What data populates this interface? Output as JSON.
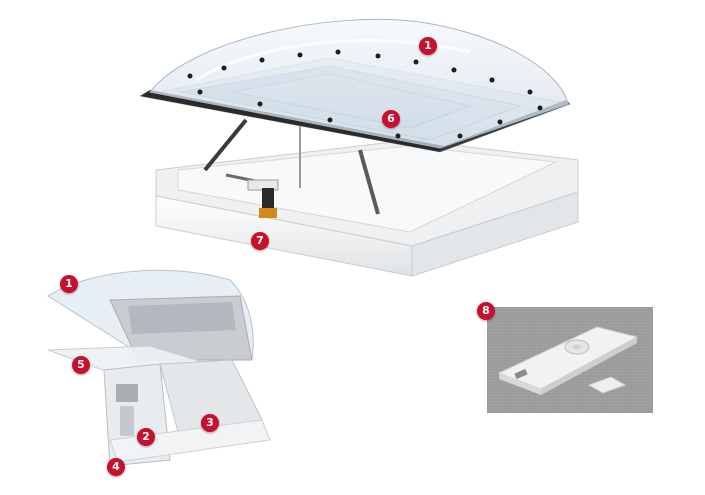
{
  "markers": {
    "m1_top": "1",
    "m6": "6",
    "m7": "7",
    "m1_section": "1",
    "m5": "5",
    "m2": "2",
    "m3": "3",
    "m4": "4",
    "m8": "8"
  },
  "colors": {
    "marker": "#c8102e",
    "frame": "#f4f5f6",
    "dome": "#dfe9f2",
    "glass": "#b9ccdc",
    "seal": "#2b2b2b",
    "remote_bg": "#9a9a9a"
  }
}
